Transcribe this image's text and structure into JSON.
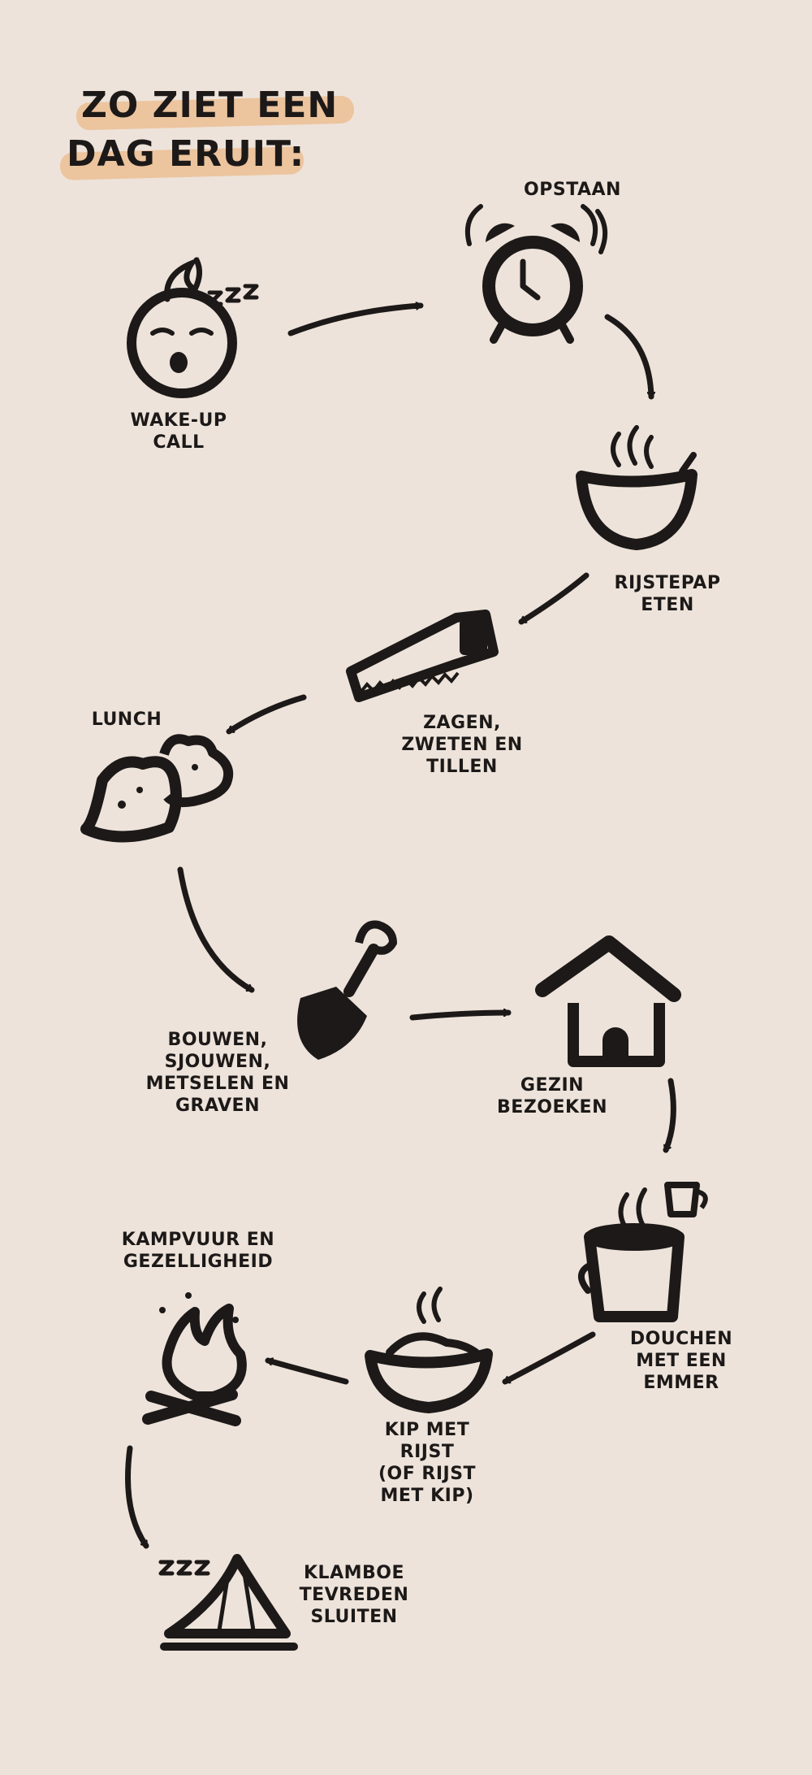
{
  "title": {
    "line1": "ZO ZIET EEN",
    "line2": "DAG ERUIT:",
    "highlight_color": "#ecc49e"
  },
  "colors": {
    "background": "#ede3da",
    "ink": "#1c1918"
  },
  "steps": [
    {
      "icon": "sleeping-face-icon",
      "label": "WAKE-UP\nCALL"
    },
    {
      "icon": "alarm-clock-icon",
      "label": "OPSTAAN"
    },
    {
      "icon": "rice-porridge-bowl-icon",
      "label": "RIJSTEPAP\nETEN"
    },
    {
      "icon": "saw-icon",
      "label": "ZAGEN,\nZWETEN EN\nTILLEN"
    },
    {
      "icon": "bread-lunch-icon",
      "label": "LUNCH"
    },
    {
      "icon": "shovel-icon",
      "label": "BOUWEN,\nSJOUWEN,\nMETSELEN EN\nGRAVEN"
    },
    {
      "icon": "house-icon",
      "label": "GEZIN\nBEZOEKEN"
    },
    {
      "icon": "bucket-shower-icon",
      "label": "DOUCHEN\nMET EEN\nEMMER"
    },
    {
      "icon": "chicken-rice-bowl-icon",
      "label": "KIP MET\nRIJST\n(OF RIJST\nMET KIP)"
    },
    {
      "icon": "campfire-icon",
      "label": "KAMPVUUR EN\nGEZELLIGHEID"
    },
    {
      "icon": "mosquito-net-icon",
      "label": "KLAMBOE\nTEVREDEN\nSLUITEN"
    }
  ]
}
